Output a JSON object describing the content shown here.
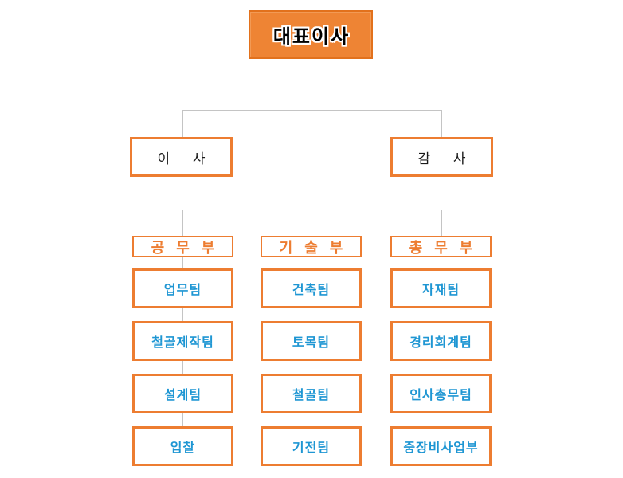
{
  "chart": {
    "title_note": "organizational chart",
    "root": {
      "label": "대표이사"
    },
    "level2": [
      {
        "label": "이 사"
      },
      {
        "label": "감 사"
      }
    ],
    "departments": [
      {
        "label": "공 무 부",
        "teams": [
          "업무팀",
          "철골제작팀",
          "설계팀",
          "입찰"
        ]
      },
      {
        "label": "기 술 부",
        "teams": [
          "건축팀",
          "토목팀",
          "철골팀",
          "기전팀"
        ]
      },
      {
        "label": "총 무 부",
        "teams": [
          "자재팀",
          "경리회계팀",
          "인사총무팀",
          "중장비사업부"
        ]
      }
    ]
  },
  "colors": {
    "root_fill": "#EE8434",
    "root_border": "#E2711C",
    "box_border_orange": "#ED7D31",
    "dept_text_orange": "#ED7D31",
    "team_text_blue": "#1E96D3",
    "connector_gray": "#C4C4C4",
    "background": "#ffffff"
  }
}
